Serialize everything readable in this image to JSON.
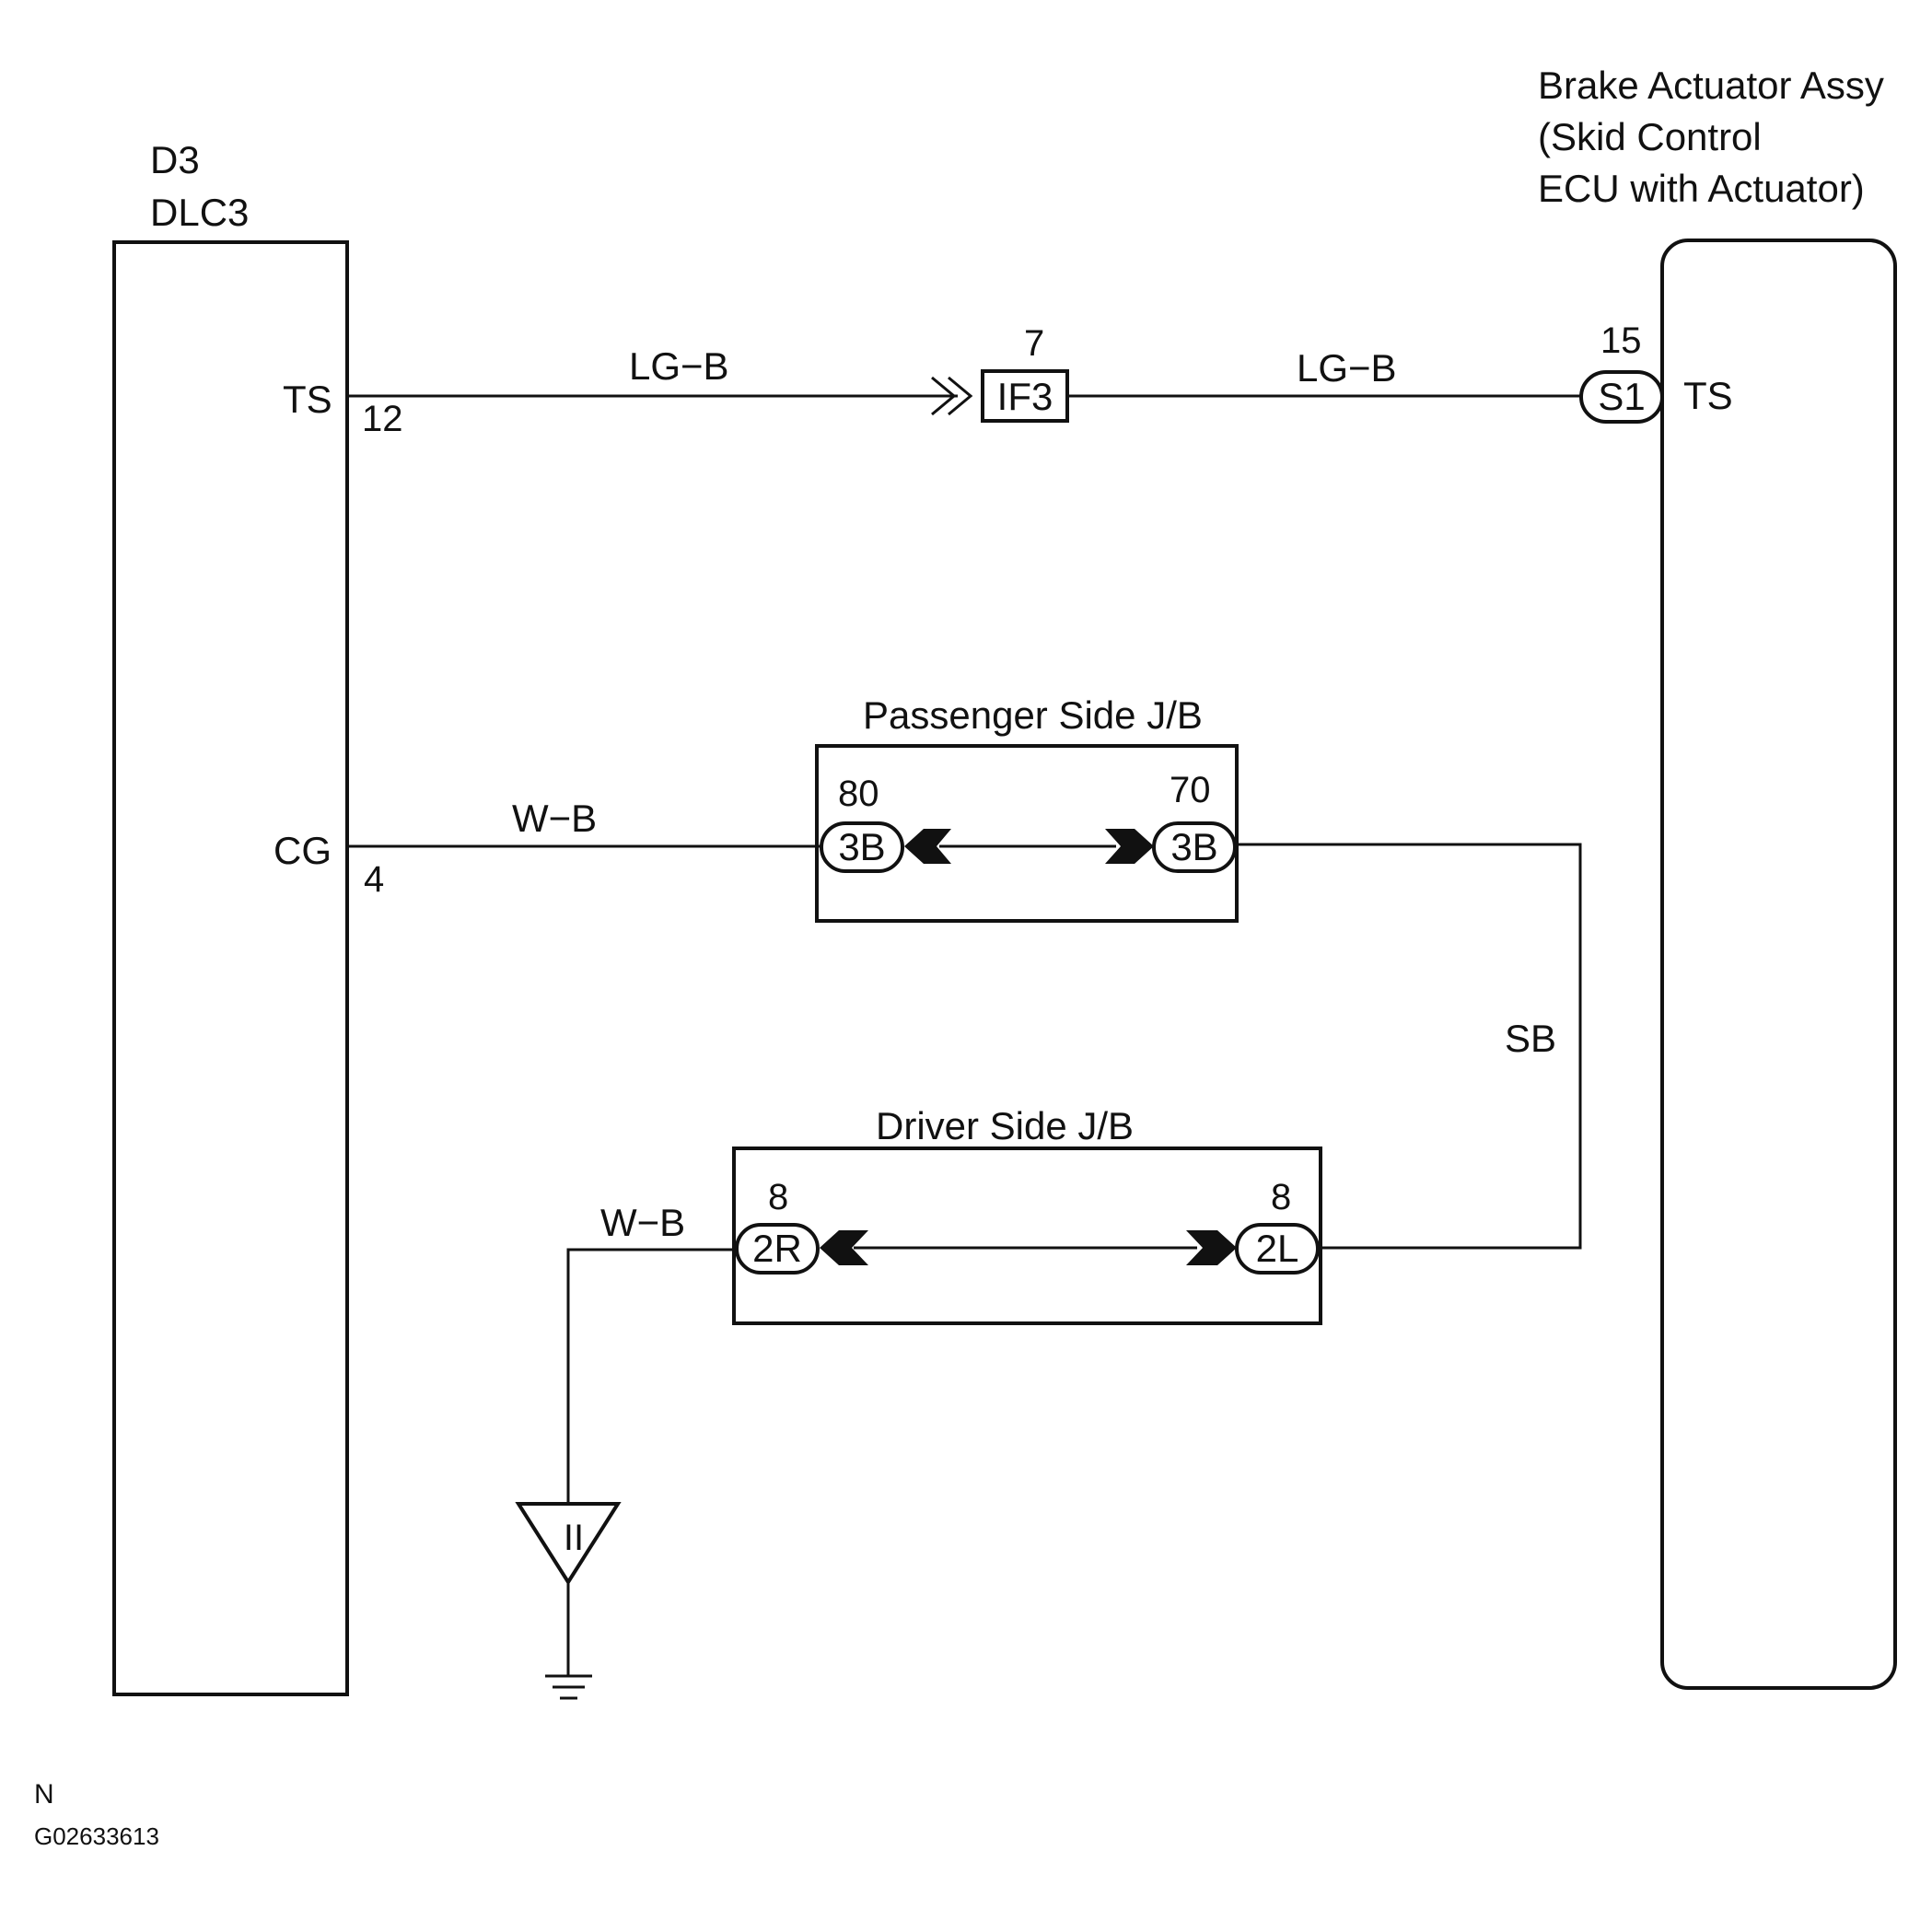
{
  "dlc3": {
    "code": "D3",
    "name": "DLC3"
  },
  "ecu": {
    "line1": "Brake Actuator Assy",
    "line2": "(Skid Control",
    "line3": "ECU with Actuator)"
  },
  "ts_circuit": {
    "dlc_terminal": "TS",
    "dlc_pin": "12",
    "wire_left": "LG−B",
    "junction_pin": "7",
    "junction_connector": "IF3",
    "wire_right": "LG−B",
    "ecu_pin": "15",
    "ecu_connector": "S1",
    "ecu_terminal": "TS"
  },
  "cg_circuit": {
    "dlc_terminal": "CG",
    "dlc_pin": "4",
    "wire": "W−B"
  },
  "passenger_jb": {
    "title": "Passenger Side J/B",
    "left_pin": "80",
    "left_connector": "3B",
    "right_pin": "70",
    "right_connector": "3B"
  },
  "link_wire": "SB",
  "driver_jb": {
    "title": "Driver Side J/B",
    "left_pin": "8",
    "left_connector": "2R",
    "right_pin": "8",
    "right_connector": "2L"
  },
  "ground": {
    "wire": "W−B",
    "symbol": "II"
  },
  "footer": {
    "note": "N",
    "code": "G02633613"
  }
}
